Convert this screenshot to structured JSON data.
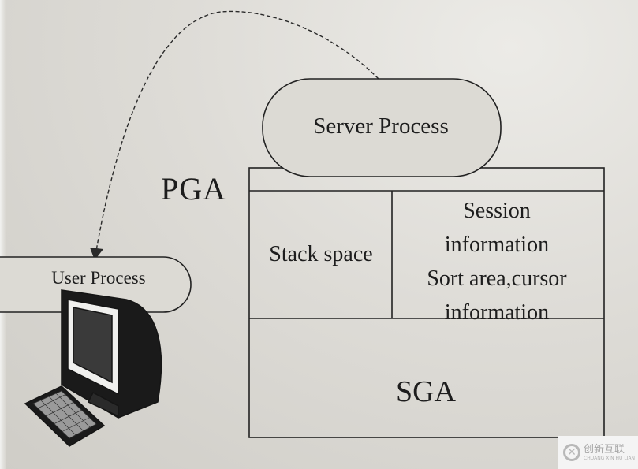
{
  "diagram": {
    "server_process": "Server Process",
    "pga": "PGA",
    "stack_space": "Stack space",
    "session_info": [
      "Session",
      "information",
      "Sort area,cursor",
      "information"
    ],
    "sga": "SGA",
    "user_process": "User Process"
  },
  "watermark": {
    "icon": "x-logo-icon",
    "text": "创新互联",
    "subtext": "CHUANG XIN HU LIAN"
  }
}
